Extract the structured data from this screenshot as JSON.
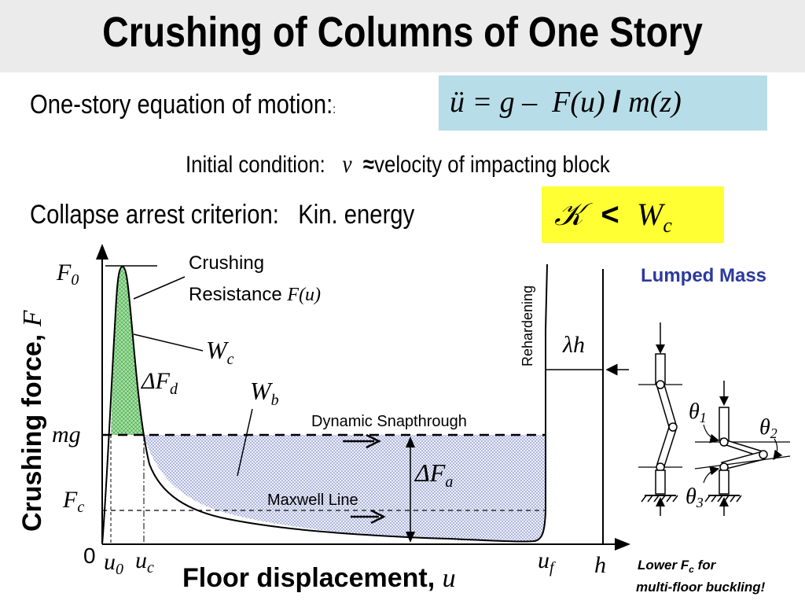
{
  "title": "Crushing of Columns of One Story",
  "equation": {
    "label": "One-story equation of motion:",
    "colon_small": ":",
    "lhs": "ü = g –",
    "F": "F",
    "u_arg": "(u)",
    "slash": "/",
    "m": "m",
    "z_arg": "(z)"
  },
  "initial_condition": {
    "label": "Initial condition:",
    "v": "v",
    "approx": "≈",
    "text": "velocity of impacting block"
  },
  "arrest": {
    "label": "Collapse arrest criterion:",
    "kin": "Kin. energy",
    "K": "𝒦",
    "lt": "<",
    "W": "W",
    "c": "c"
  },
  "plot": {
    "y_axis_label": "Crushing force,",
    "y_axis_var": "F",
    "x_axis_label": "Floor displacement,",
    "x_axis_var": "u",
    "F0": "F",
    "F0_sub": "0",
    "mg": "mg",
    "Fc": "F",
    "Fc_sub": "c",
    "zero": "0",
    "u0": "u",
    "u0_sub": "0",
    "uc": "u",
    "uc_sub": "c",
    "uf": "u",
    "uf_sub": "f",
    "h": "h",
    "crushing_line1": "Crushing",
    "crushing_line2": "Resistance",
    "Fu": "F(u)",
    "Wc": "W",
    "Wc_sub": "c",
    "dFd": "ΔF",
    "dFd_sub": "d",
    "Wb": "W",
    "Wb_sub": "b",
    "snap": "Dynamic Snapthrough",
    "maxwell": "Maxwell Line",
    "dFa": "ΔF",
    "dFa_sub": "a",
    "rehardening": "Rehardening",
    "lambda_h": "λh",
    "arrow": "→"
  },
  "lumped": {
    "title": "Lumped Mass",
    "theta": "θ",
    "t1": "1",
    "t2": "2",
    "t3": "3",
    "note1_pre": "Lower F",
    "note1_sub": "c",
    "note1_post": " for",
    "note2": "multi-floor buckling!"
  },
  "colors": {
    "title_bg": "#ebebeb",
    "equation_bg": "#b7dde8",
    "kinetic_bg": "#ffff33",
    "wc_fill": "#9fdf9f",
    "wb_fill": "#b8bde0",
    "lumped_title": "#2b3a9e"
  }
}
